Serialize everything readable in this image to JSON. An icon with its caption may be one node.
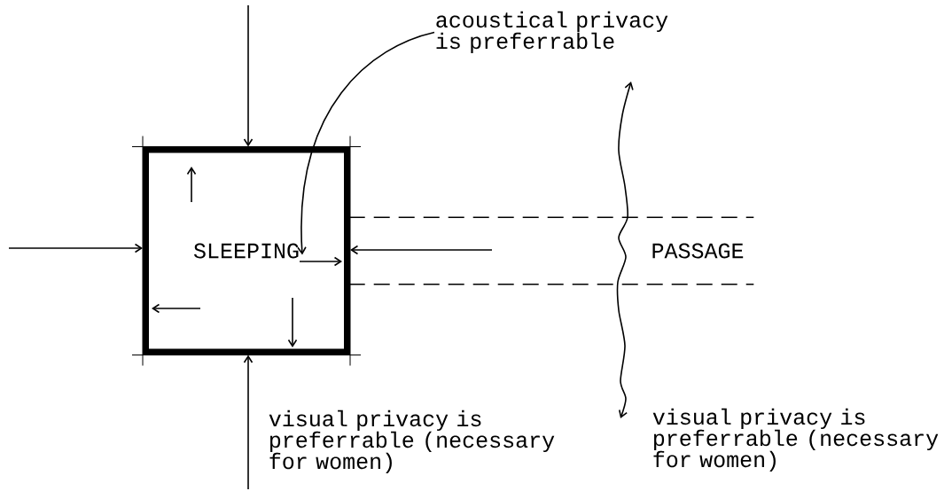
{
  "diagram": {
    "nodes": [
      {
        "text": [
          "SLEEPING"
        ]
      },
      {
        "text": [
          "PASSAGE"
        ]
      },
      {
        "text": [
          "acoustical privacy is preferrable"
        ]
      }
    ],
    "edges": [
      {
        "from": null,
        "to": 0,
        "arrow": "to"
      },
      {
        "from": null,
        "to": 0,
        "arrow": "to"
      },
      {
        "from": 1,
        "to": 0,
        "arrow": "to"
      },
      {
        "from": null,
        "to": 0,
        "arrow": "to"
      },
      {
        "from": 2,
        "to": 0,
        "arrow": "to"
      }
    ],
    "labels": [
      "visual privacy is preferrable (necessary for women)",
      "visual privacy is preferrable (necessary for women)"
    ]
  }
}
